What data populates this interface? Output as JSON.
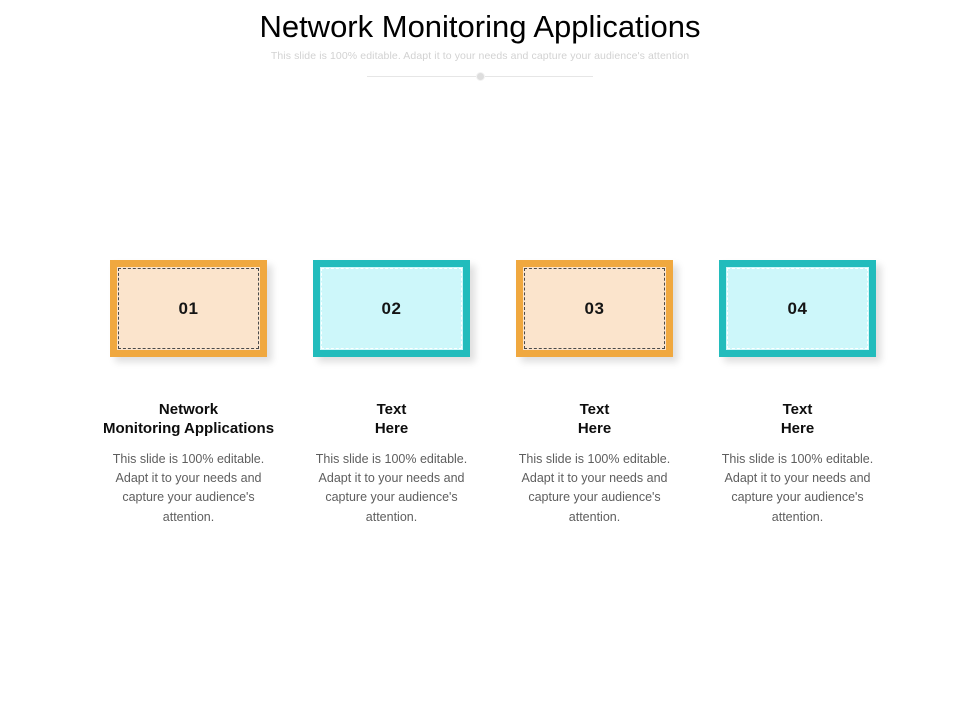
{
  "header": {
    "title": "Network Monitoring Applications",
    "subtitle": "This slide is 100% editable. Adapt it to your needs and capture your audience's attention"
  },
  "colors": {
    "orange_border": "#f0a83f",
    "orange_fill": "#fbe4cc",
    "teal_border": "#22bcbc",
    "teal_fill": "#cdf7fa",
    "body_text": "#5e5e5e",
    "heading_text": "#0d0d0d",
    "subtitle_text": "#d2d2d2",
    "divider": "#e6e6e6"
  },
  "cards": [
    {
      "number": "01",
      "style": "orange",
      "heading_line1": "Network",
      "heading_line2": "Monitoring Applications",
      "body": "This slide is 100% editable. Adapt it to your needs and capture your audience's attention."
    },
    {
      "number": "02",
      "style": "teal",
      "heading_line1": "Text",
      "heading_line2": "Here",
      "body": "This slide is 100% editable. Adapt it to your needs and capture your audience's attention."
    },
    {
      "number": "03",
      "style": "orange",
      "heading_line1": "Text",
      "heading_line2": "Here",
      "body": "This slide is 100% editable. Adapt it to your needs and capture your audience's attention."
    },
    {
      "number": "04",
      "style": "teal",
      "heading_line1": "Text",
      "heading_line2": "Here",
      "body": "This slide is 100% editable. Adapt it to your needs and capture your audience's attention."
    }
  ]
}
